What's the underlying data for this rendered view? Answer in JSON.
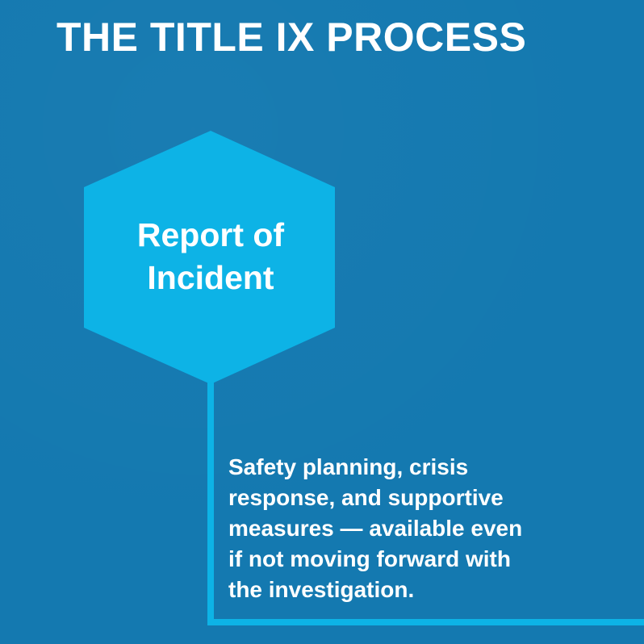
{
  "title": "THE TITLE IX PROCESS",
  "hexagon": {
    "label_lines": [
      "Report of",
      "Incident"
    ]
  },
  "description": {
    "lines": [
      "Safety planning, crisis",
      "response, and supportive",
      "measures — available even",
      "if not moving forward with",
      "the investigation."
    ]
  },
  "colors": {
    "background": "#1479b0",
    "hexagon_fill": "#0db3e6",
    "connector": "#0db3e6",
    "text": "#ffffff"
  }
}
